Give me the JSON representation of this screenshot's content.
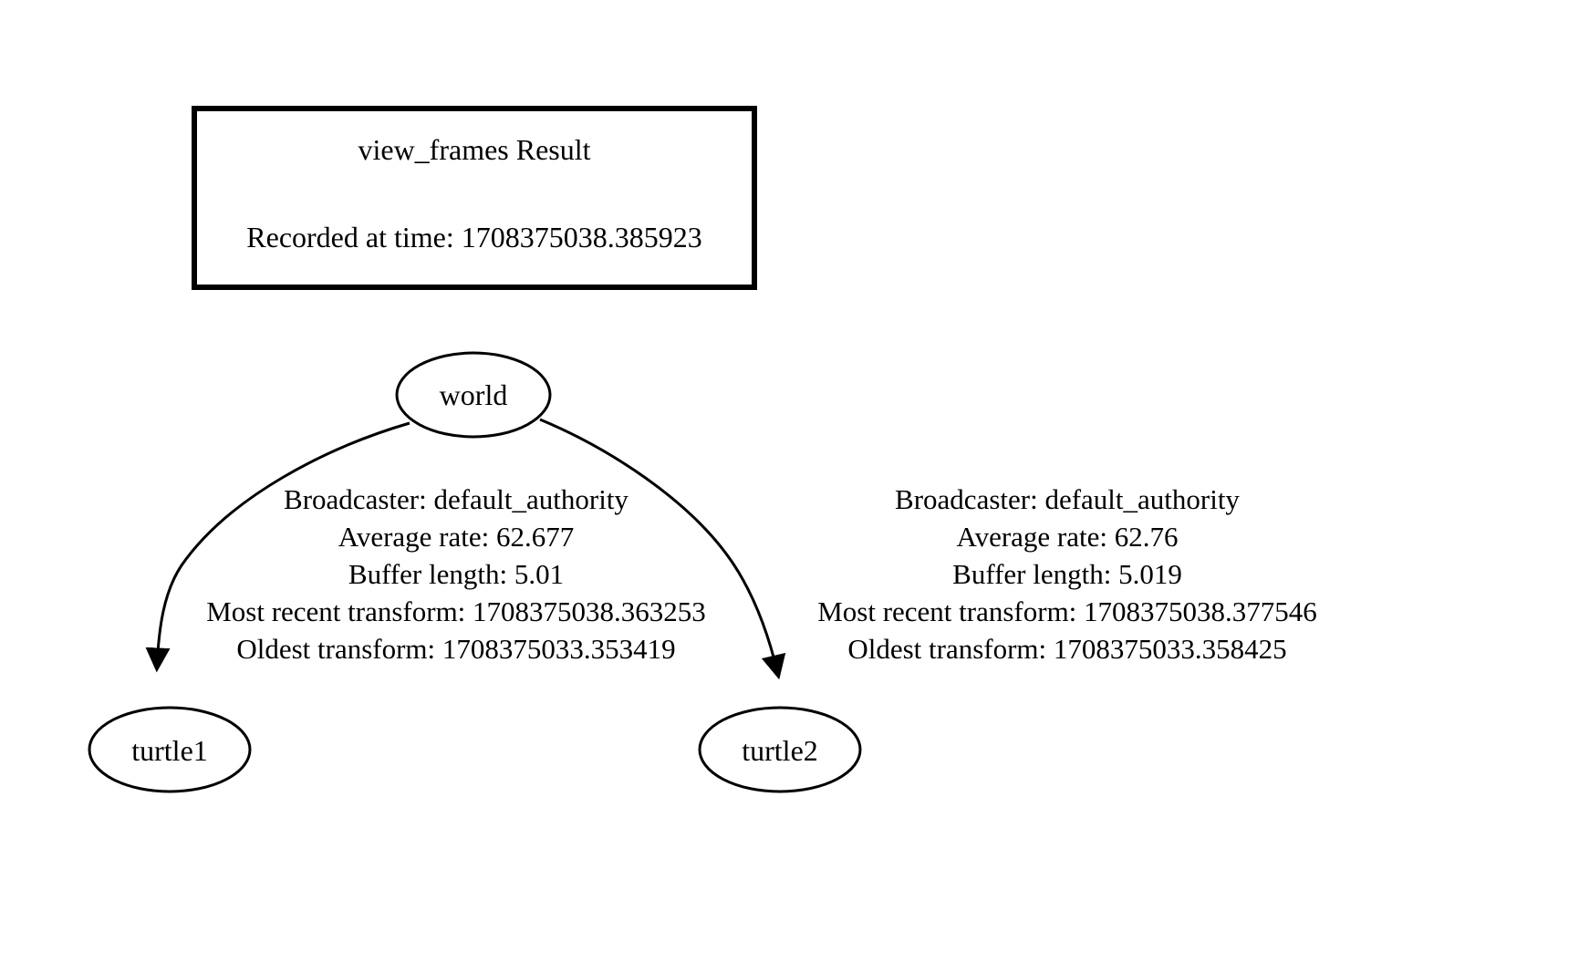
{
  "graph": {
    "title_box": {
      "heading": "view_frames Result",
      "recorded_at_label": "Recorded at time: 1708375038.385923"
    },
    "nodes": [
      {
        "id": "world",
        "label": "world"
      },
      {
        "id": "turtle1",
        "label": "turtle1"
      },
      {
        "id": "turtle2",
        "label": "turtle2"
      }
    ],
    "edges": [
      {
        "from": "world",
        "to": "turtle1",
        "lines": [
          "Broadcaster: default_authority",
          "Average rate: 62.677",
          "Buffer length: 5.01",
          "Most recent transform: 1708375038.363253",
          "Oldest transform: 1708375033.353419"
        ],
        "broadcaster": "default_authority",
        "average_rate": "62.677",
        "buffer_length": "5.01",
        "most_recent_transform": "1708375038.363253",
        "oldest_transform": "1708375033.353419"
      },
      {
        "from": "world",
        "to": "turtle2",
        "lines": [
          "Broadcaster: default_authority",
          "Average rate: 62.76",
          "Buffer length: 5.019",
          "Most recent transform: 1708375038.377546",
          "Oldest transform: 1708375033.358425"
        ],
        "broadcaster": "default_authority",
        "average_rate": "62.76",
        "buffer_length": "5.019",
        "most_recent_transform": "1708375038.377546",
        "oldest_transform": "1708375033.358425"
      }
    ],
    "colors": {
      "background": "#ffffff",
      "stroke": "#000000",
      "text": "#000000"
    }
  }
}
